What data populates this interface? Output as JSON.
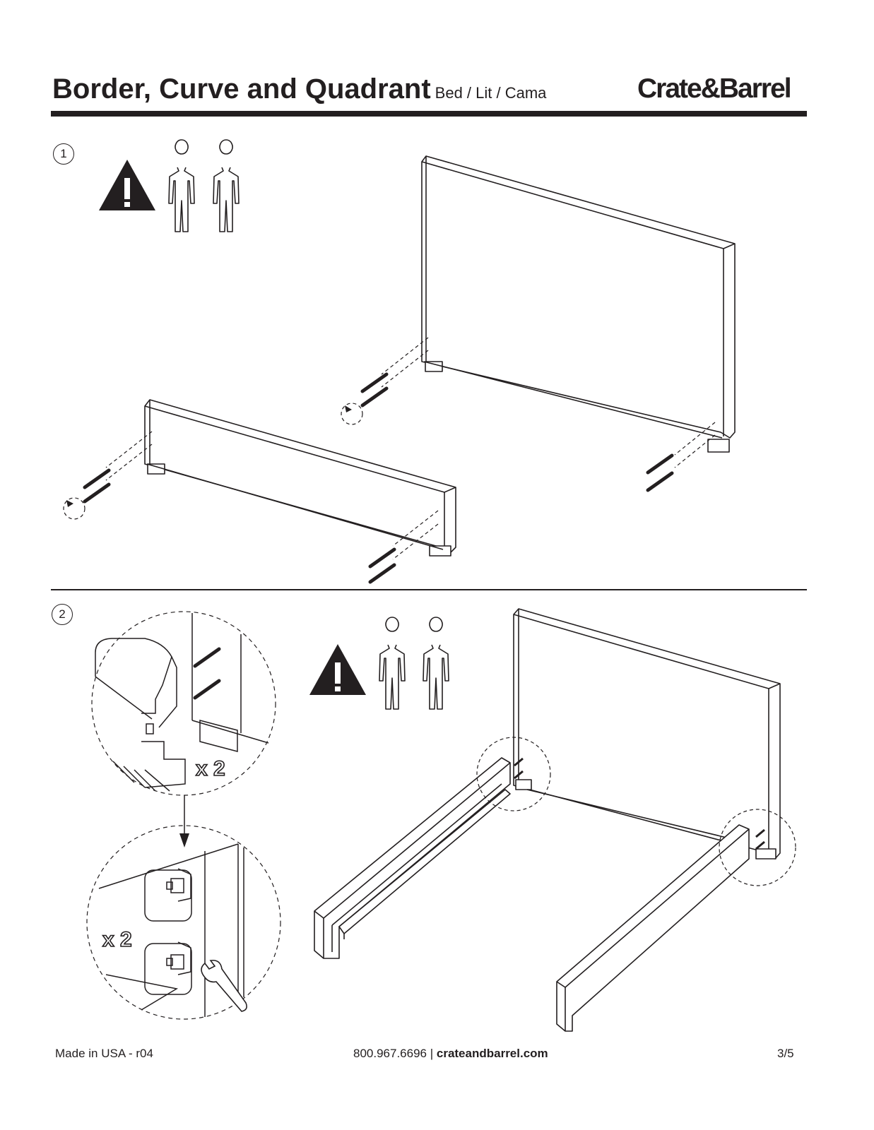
{
  "header": {
    "title": "Border, Curve and Quadrant",
    "subtitle": "Bed / Lit / Cama",
    "brand": "Crate&Barrel"
  },
  "steps": [
    {
      "number": "1"
    },
    {
      "number": "2",
      "multiplier_a": "x 2",
      "multiplier_b": "x 2"
    }
  ],
  "icons": [
    "warning-triangle-icon",
    "person-icon",
    "wrench-icon"
  ],
  "footer": {
    "made_in": "Made in USA - r04",
    "phone": "800.967.6696 |",
    "website": "crateandbarrel.com",
    "page": "3/5"
  }
}
